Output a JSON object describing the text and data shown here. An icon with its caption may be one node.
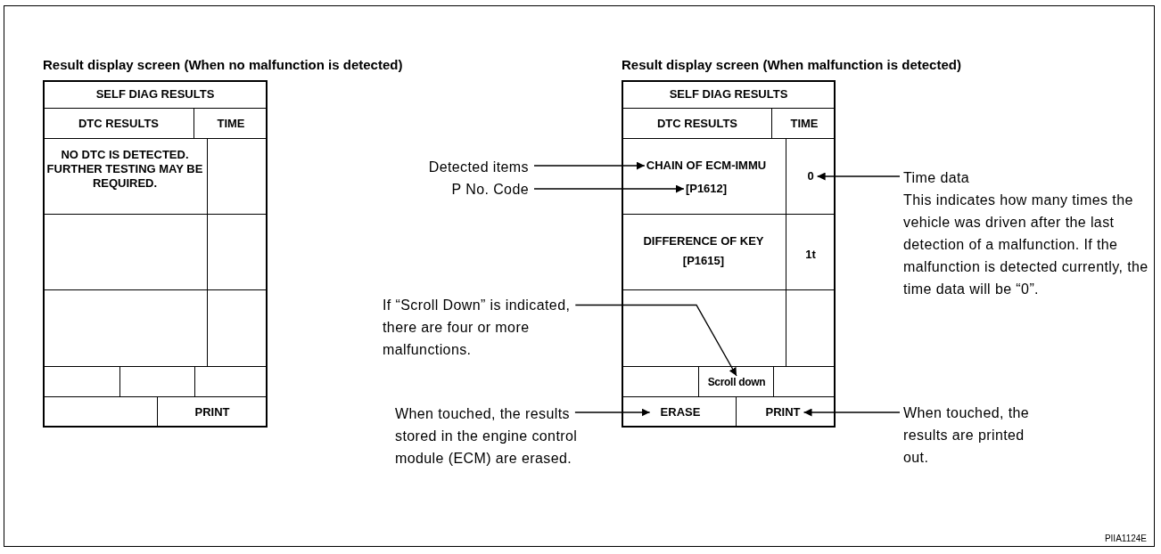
{
  "diagram": {
    "nodes": [
      {
        "text": [
          "Result display screen (When no malfunction is detected)"
        ]
      },
      {
        "text": [
          "SELF DIAG RESULTS"
        ],
        "in": 0
      },
      {
        "text": [
          "DTC RESULTS"
        ],
        "in": 0
      },
      {
        "text": [
          "TIME"
        ],
        "in": 0
      },
      {
        "text": [
          "NO DTC IS DETECTED. FURTHER TESTING MAY BE REQUIRED."
        ],
        "in": 0
      },
      {
        "text": [
          "PRINT"
        ],
        "in": 0
      },
      {
        "text": [
          "Result display screen (When malfunction is detected)"
        ]
      },
      {
        "text": [
          "SELF DIAG RESULTS"
        ],
        "in": 6
      },
      {
        "text": [
          "DTC RESULTS"
        ],
        "in": 6
      },
      {
        "text": [
          "TIME"
        ],
        "in": 6
      },
      {
        "text": [
          "CHAIN OF ECM-IMMU"
        ],
        "in": 6
      },
      {
        "text": [
          "[P1612]"
        ],
        "in": 6
      },
      {
        "text": [
          "0"
        ],
        "in": 6
      },
      {
        "text": [
          "DIFFERENCE OF KEY",
          "[P1615]"
        ],
        "in": 6
      },
      {
        "text": [
          "1t"
        ],
        "in": 6
      },
      {
        "text": [
          "Scroll down"
        ],
        "in": 6
      },
      {
        "text": [
          "ERASE"
        ],
        "in": 6
      },
      {
        "text": [
          "PRINT"
        ],
        "in": 6
      },
      {
        "text": [
          "Detected items"
        ]
      },
      {
        "text": [
          "P No. Code"
        ]
      },
      {
        "text": [
          "If “Scroll Down” is indicated, there are four or more malfunctions."
        ]
      },
      {
        "text": [
          "When touched, the results stored in the engine control module (ECM) are erased."
        ]
      },
      {
        "text": [
          "Time data",
          "This indicates how many times the vehicle was driven after the last detection of a malfunction. If the malfunction is detected currently, the time data will be “0”."
        ]
      },
      {
        "text": [
          "When touched, the results are printed out."
        ]
      }
    ],
    "edges": [
      {
        "from": 18,
        "to": 10,
        "arrow": "to"
      },
      {
        "from": 19,
        "to": 11,
        "arrow": "to"
      },
      {
        "from": 20,
        "to": 15,
        "arrow": "to"
      },
      {
        "from": 21,
        "to": 16,
        "arrow": "to"
      },
      {
        "from": 22,
        "to": 12,
        "arrow": "to"
      },
      {
        "from": 23,
        "to": 17,
        "arrow": "to"
      }
    ],
    "labels": [
      "PIIA1124E"
    ]
  }
}
